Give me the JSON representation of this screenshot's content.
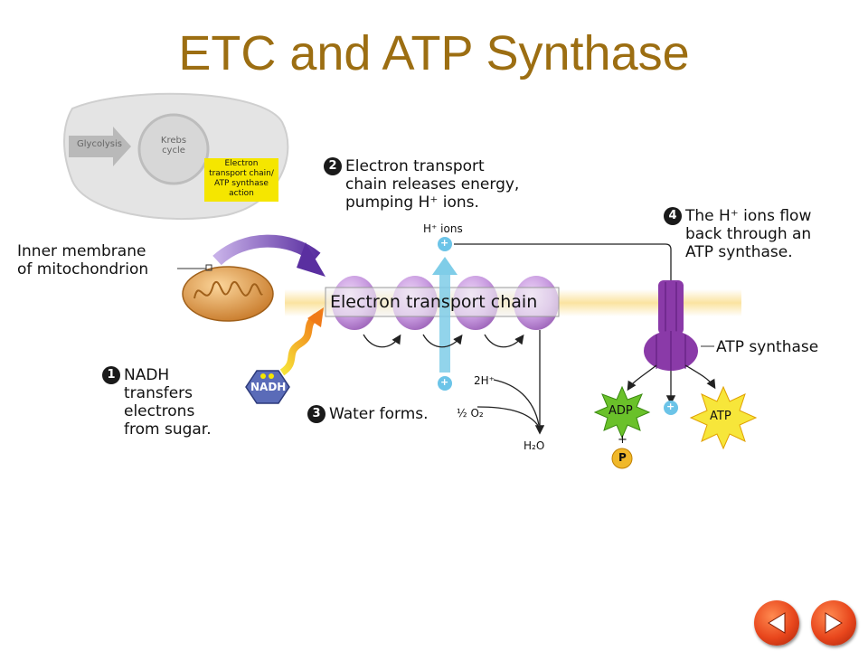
{
  "title": "ETC and ATP Synthase",
  "overview": {
    "glycolysis": "Glycolysis",
    "krebs_line1": "Krebs",
    "krebs_line2": "cycle",
    "etc_line1": "Electron",
    "etc_line2": "transport chain/",
    "etc_line3": "ATP synthase",
    "etc_line4": "action",
    "highlight_color": "#f5e600"
  },
  "labels": {
    "inner_membrane_line1": "Inner membrane",
    "inner_membrane_line2": "of mitochondrion",
    "etc_band": "Electron transport chain",
    "atp_synthase": "ATP synthase",
    "h_ions": "H⁺ ions",
    "two_h": "2H⁺",
    "half_o2": "½ O₂",
    "water": "H₂O",
    "nadh_token": "NADH",
    "adp": "ADP",
    "atp": "ATP",
    "phosphate": "P",
    "plus": "+",
    "plus_ion": "+"
  },
  "steps": [
    {
      "number": "1",
      "lines": [
        "NADH",
        "transfers",
        "electrons",
        "from sugar."
      ]
    },
    {
      "number": "2",
      "lines": [
        "Electron transport",
        "chain releases energy,",
        "pumping H⁺ ions."
      ]
    },
    {
      "number": "3",
      "lines": [
        "Water forms."
      ]
    },
    {
      "number": "4",
      "lines": [
        "The H⁺ ions flow",
        "back through an",
        "ATP synthase."
      ]
    }
  ],
  "colors": {
    "title": "#9c6e12",
    "protein": "#c89be0",
    "synthase": "#8a3aa8",
    "membrane": "#fbe6a8",
    "arrow_blue": "#7fcde8",
    "nadh": "#5a6bb8",
    "adp": "#6ac12a",
    "atp": "#f7e63a",
    "nav": "#e8461c"
  },
  "nav": {
    "prev_icon": "triangle-left-icon",
    "next_icon": "triangle-right-icon"
  }
}
